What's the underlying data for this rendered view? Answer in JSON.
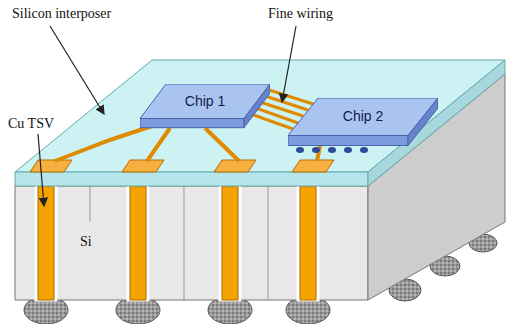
{
  "diagram": {
    "nodes": [
      {
        "text": [
          "Chip 1"
        ]
      },
      {
        "text": [
          "Chip 2"
        ]
      }
    ],
    "labels": [
      "Silicon interposer",
      "Fine wiring",
      "Cu TSV",
      "Si"
    ]
  }
}
